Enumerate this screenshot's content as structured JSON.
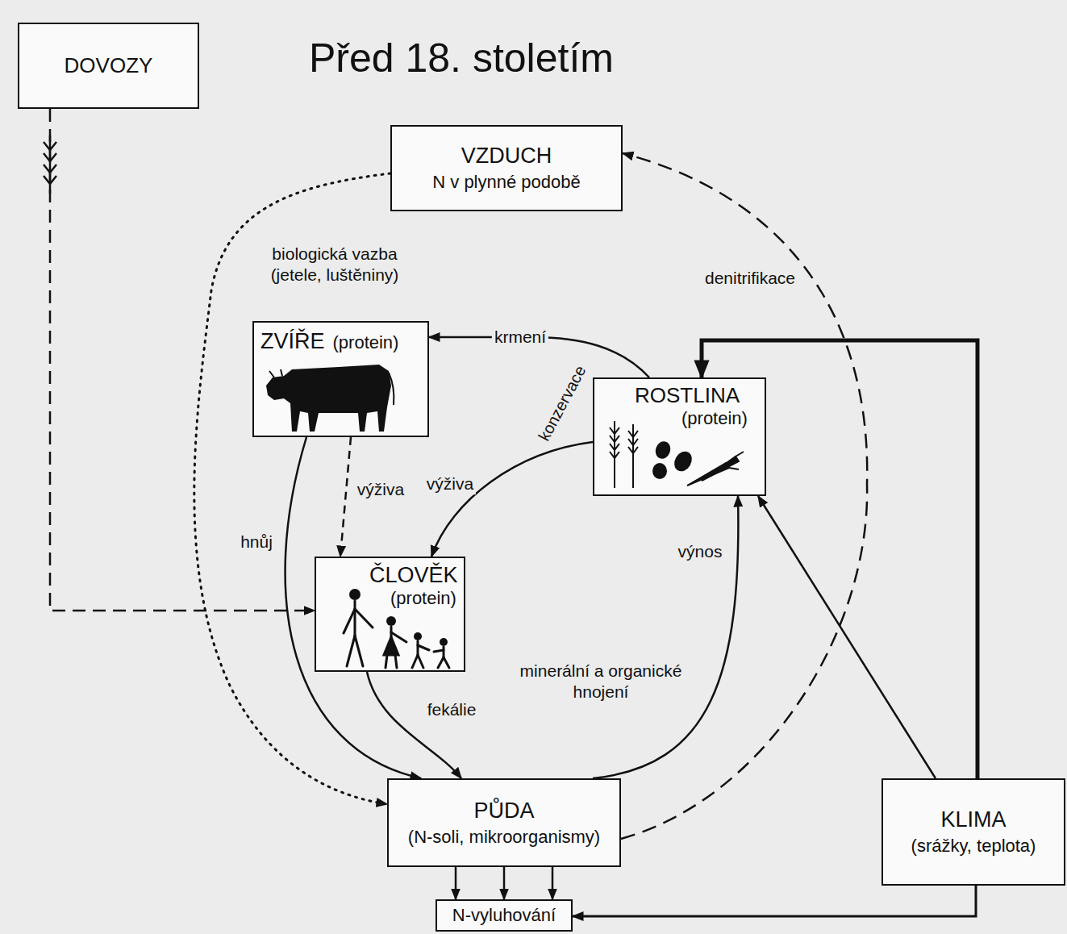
{
  "diagram": {
    "title": "Před 18. stoletím",
    "nodes": [
      {
        "text": [
          "DOVOZY"
        ]
      },
      {
        "text": [
          "VZDUCH",
          "N v plynné podobě"
        ]
      },
      {
        "text": [
          "ZVÍŘE",
          "(protein)"
        ]
      },
      {
        "text": [
          "ROSTLINA",
          "(protein)"
        ]
      },
      {
        "text": [
          "ČLOVĚK",
          "(protein)"
        ]
      },
      {
        "text": [
          "PŮDA",
          "(N-soli, mikroorganismy)"
        ]
      },
      {
        "text": [
          "KLIMA",
          "(srážky, teplota)"
        ]
      },
      {
        "text": [
          "N-vyluhování"
        ]
      }
    ],
    "edges": [
      {
        "from": 0,
        "to": 4,
        "arrow": "to"
      },
      {
        "from": 1,
        "to": 5,
        "label": "biologická vazba (jetele, luštěniny)",
        "arrow": "to"
      },
      {
        "from": 5,
        "to": 1,
        "label": "denitrifikace",
        "arrow": "to"
      },
      {
        "from": 3,
        "to": 2,
        "label": "krmení",
        "arrow": "to"
      },
      {
        "from": 2,
        "to": 4,
        "label": "výživa",
        "arrow": "to"
      },
      {
        "from": 3,
        "to": 4,
        "label": "výživa",
        "arrow": "to"
      },
      {
        "from": 2,
        "to": 5,
        "label": "hnůj",
        "arrow": "to"
      },
      {
        "from": 4,
        "to": 5,
        "label": "fekálie",
        "arrow": "to"
      },
      {
        "from": 5,
        "to": 3,
        "label": "minerální a organické hnojení",
        "arrow": "to"
      },
      {
        "from": 6,
        "to": 3,
        "arrow": "to"
      },
      {
        "from": 6,
        "to": 3,
        "arrow": "to"
      },
      {
        "from": 6,
        "to": 7,
        "arrow": "to"
      },
      {
        "from": 5,
        "to": 7,
        "arrow": "to"
      },
      {
        "from": 5,
        "to": 7,
        "arrow": "to"
      },
      {
        "from": 5,
        "to": 7,
        "arrow": "to"
      }
    ],
    "labels": [
      "konzervace",
      "výnos"
    ]
  }
}
